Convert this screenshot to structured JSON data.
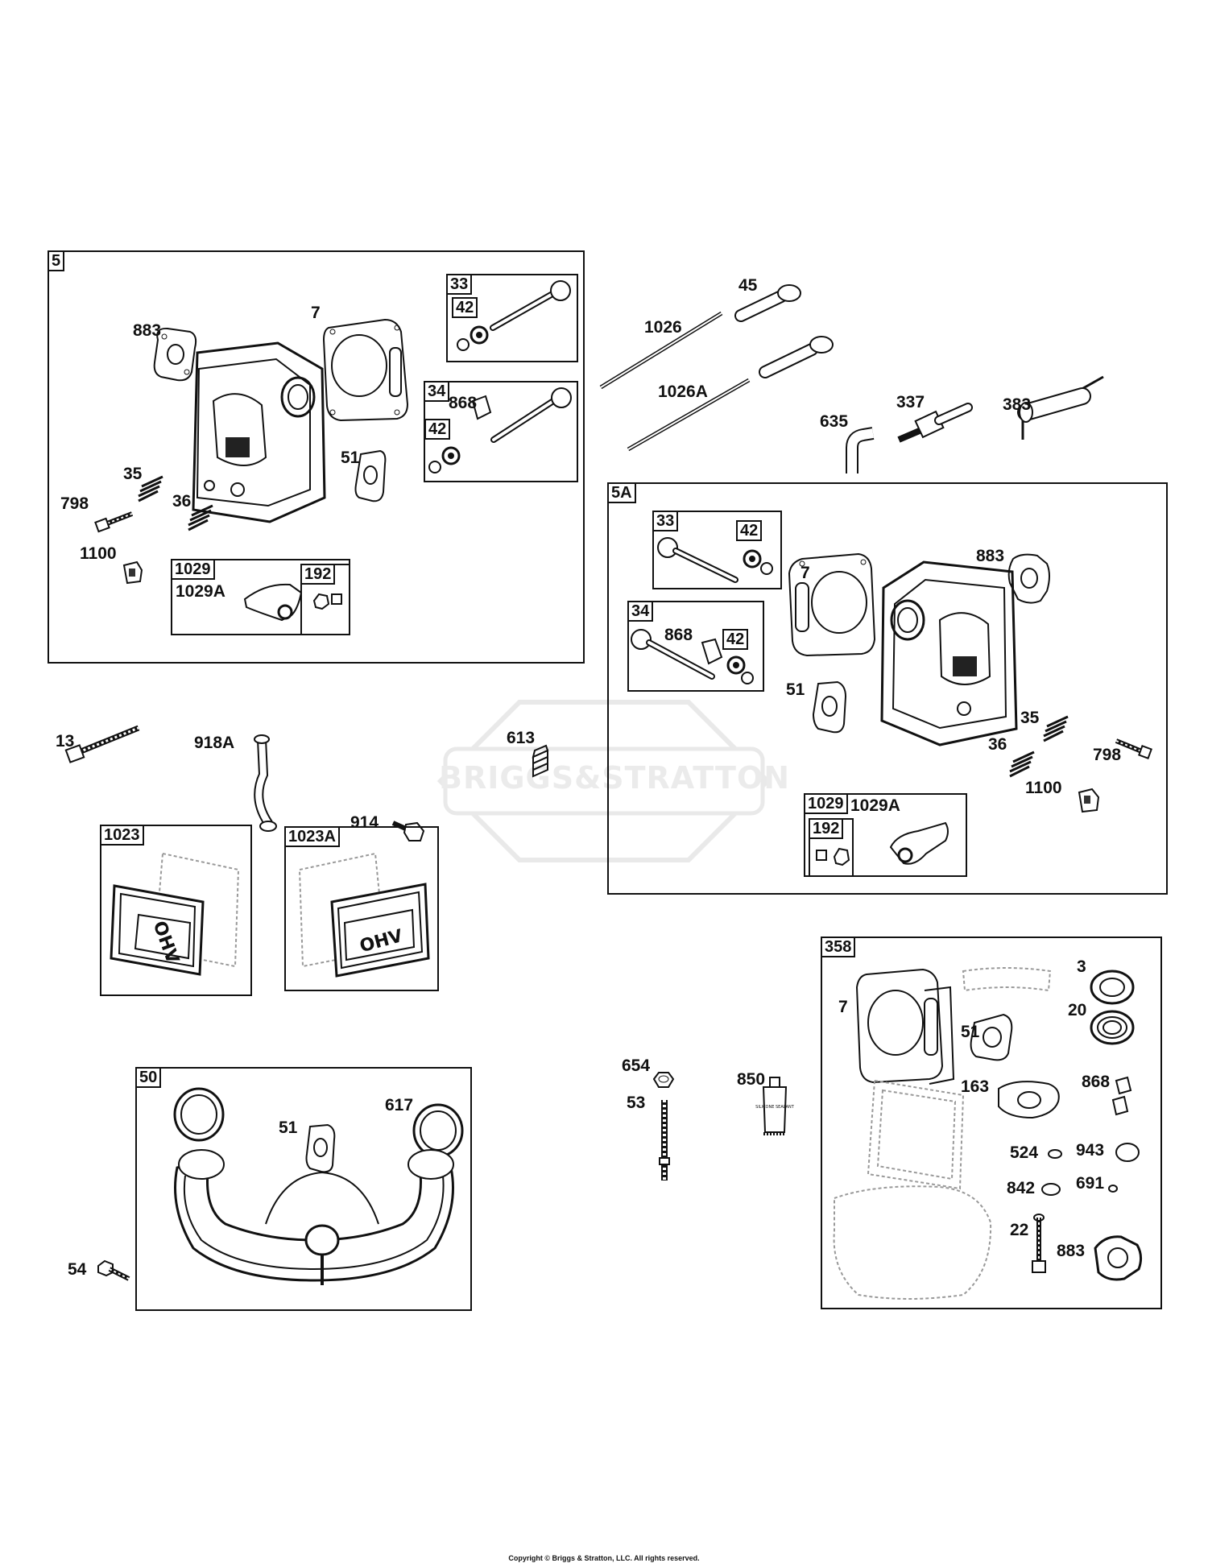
{
  "brand_watermark": "BRIGGS&STRATTON",
  "copyright": "Copyright © Briggs & Stratton, LLC. All rights reserved.",
  "groups": {
    "g5": {
      "tag": "5"
    },
    "g33a": {
      "tag": "33"
    },
    "g42a": {
      "tag": "42"
    },
    "g34a": {
      "tag": "34"
    },
    "g42b": {
      "tag": "42"
    },
    "g1029a": {
      "tag": "1029"
    },
    "g192a": {
      "tag": "192"
    },
    "g5A": {
      "tag": "5A"
    },
    "g33b": {
      "tag": "33"
    },
    "g42c": {
      "tag": "42"
    },
    "g34b": {
      "tag": "34"
    },
    "g42d": {
      "tag": "42"
    },
    "g1029b": {
      "tag": "1029"
    },
    "g192b": {
      "tag": "192"
    },
    "g1023": {
      "tag": "1023"
    },
    "g1023A": {
      "tag": "1023A"
    },
    "g50": {
      "tag": "50"
    },
    "g358": {
      "tag": "358"
    }
  },
  "callouts": {
    "c883a": "883",
    "c7a": "7",
    "c868a": "868",
    "c51a": "51",
    "c35a": "35",
    "c798a": "798",
    "c36a": "36",
    "c1100a": "1100",
    "c1029Aa": "1029A",
    "c45": "45",
    "c1026": "1026",
    "c1026A": "1026A",
    "c635": "635",
    "c337": "337",
    "c383": "383",
    "c7b": "7",
    "c883b": "883",
    "c868b": "868",
    "c51b": "51",
    "c35b": "35",
    "c36b": "36",
    "c798b": "798",
    "c1100b": "1100",
    "c1029Ab": "1029A",
    "c13": "13",
    "c918A": "918A",
    "c613": "613",
    "c914": "914",
    "c617": "617",
    "c51c": "51",
    "c54": "54",
    "c654": "654",
    "c850": "850",
    "c53": "53",
    "c7c": "7",
    "c3": "3",
    "c20": "20",
    "c51d": "51",
    "c163": "163",
    "c868c": "868",
    "c524": "524",
    "c943": "943",
    "c842": "842",
    "c691": "691",
    "c22": "22",
    "c883c": "883"
  },
  "icons": {
    "ohv_logo_text": "OHV",
    "sealant_text": "SILICONE SEALANT"
  }
}
